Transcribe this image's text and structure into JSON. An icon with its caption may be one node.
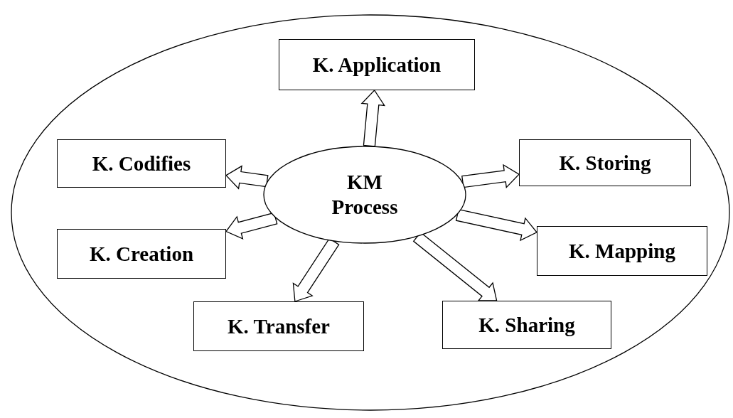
{
  "diagram": {
    "nodes": [
      {
        "text": [],
        "shape": "ellipse"
      },
      {
        "text": [
          "KM Process"
        ],
        "in": 0
      },
      {
        "text": [
          "K. Application"
        ],
        "in": 0
      },
      {
        "text": [
          "K. Codifies"
        ],
        "in": 0
      },
      {
        "text": [
          "K. Storing"
        ],
        "in": 0
      },
      {
        "text": [
          "K. Creation"
        ],
        "in": 0
      },
      {
        "text": [
          "K. Mapping"
        ],
        "in": 0
      },
      {
        "text": [
          "K. Transfer"
        ],
        "in": 0
      },
      {
        "text": [
          "K. Sharing"
        ],
        "in": 0
      }
    ],
    "edges": [
      {
        "from": 1,
        "to": 2,
        "arrow": "to"
      },
      {
        "from": 1,
        "to": 3,
        "arrow": "to"
      },
      {
        "from": 1,
        "to": 4,
        "arrow": "to"
      },
      {
        "from": 1,
        "to": 5,
        "arrow": "to"
      },
      {
        "from": 1,
        "to": 6,
        "arrow": "to"
      },
      {
        "from": 1,
        "to": 7,
        "arrow": "to"
      },
      {
        "from": 1,
        "to": 8,
        "arrow": "to"
      }
    ]
  }
}
